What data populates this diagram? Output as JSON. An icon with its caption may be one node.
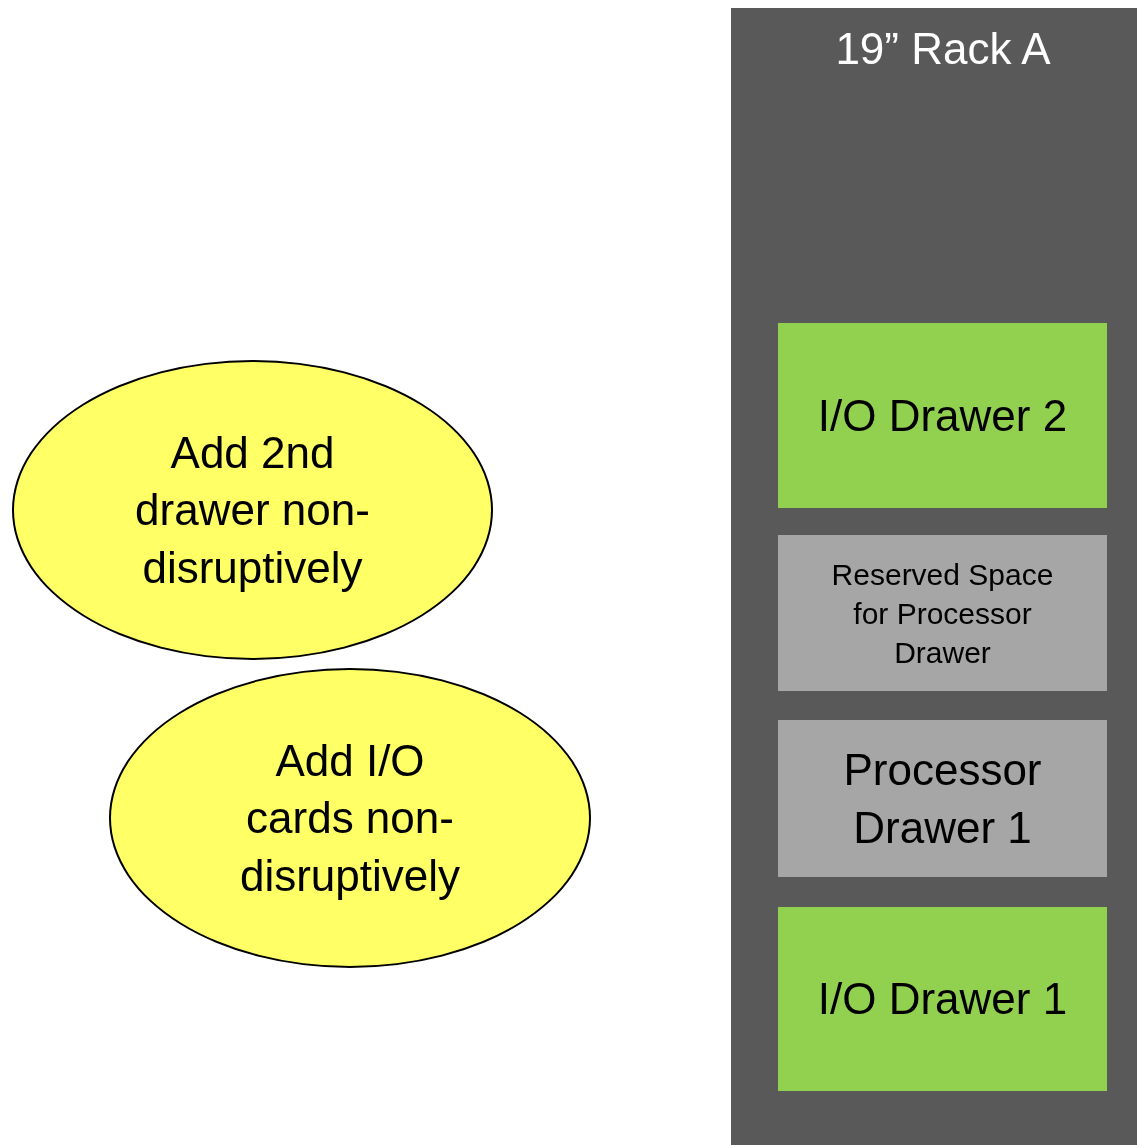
{
  "diagram": {
    "nodes": [
      {
        "text": [
          "19” Rack A"
        ]
      },
      {
        "text": [
          "I/O Drawer 2"
        ],
        "in": 0
      },
      {
        "text": [
          "Reserved Space for Processor Drawer"
        ],
        "in": 0
      },
      {
        "text": [
          "Processor Drawer 1"
        ],
        "in": 0
      },
      {
        "text": [
          "I/O Drawer 1"
        ],
        "in": 0
      },
      {
        "text": [
          "Add 2nd drawer non-disruptively"
        ]
      },
      {
        "text": [
          "Add I/O cards non-disruptively"
        ]
      }
    ]
  }
}
